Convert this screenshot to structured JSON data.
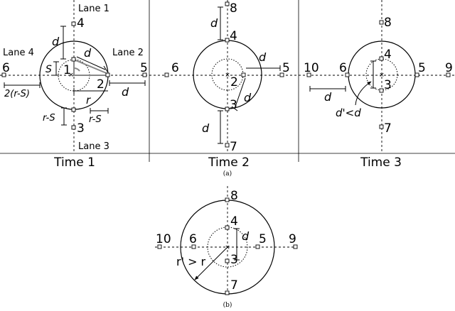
{
  "panel_a": {
    "caption": "(a)",
    "time1": {
      "label": "Time 1",
      "lanes": [
        "Lane 1",
        "Lane 2",
        "Lane 3",
        "Lane 4"
      ],
      "nodes": [
        "1",
        "2",
        "3",
        "4",
        "5",
        "6"
      ],
      "dist": [
        "d",
        "d",
        "d",
        "S",
        "2(r-S)",
        "r",
        "r-S",
        "r-S"
      ]
    },
    "time2": {
      "label": "Time 2",
      "nodes": [
        "2",
        "3",
        "4",
        "5",
        "6",
        "7",
        "8"
      ],
      "dist": [
        "d",
        "d",
        "d",
        "d"
      ]
    },
    "time3": {
      "label": "Time 3",
      "nodes": [
        "3",
        "4",
        "5",
        "6",
        "7",
        "8",
        "9",
        "10"
      ],
      "dist": [
        "d",
        "d'<d"
      ]
    }
  },
  "panel_b": {
    "caption": "(b)",
    "nodes": [
      "3",
      "4",
      "5",
      "6",
      "7",
      "8",
      "9",
      "10"
    ],
    "dist": [
      "d",
      "r' > r"
    ]
  }
}
